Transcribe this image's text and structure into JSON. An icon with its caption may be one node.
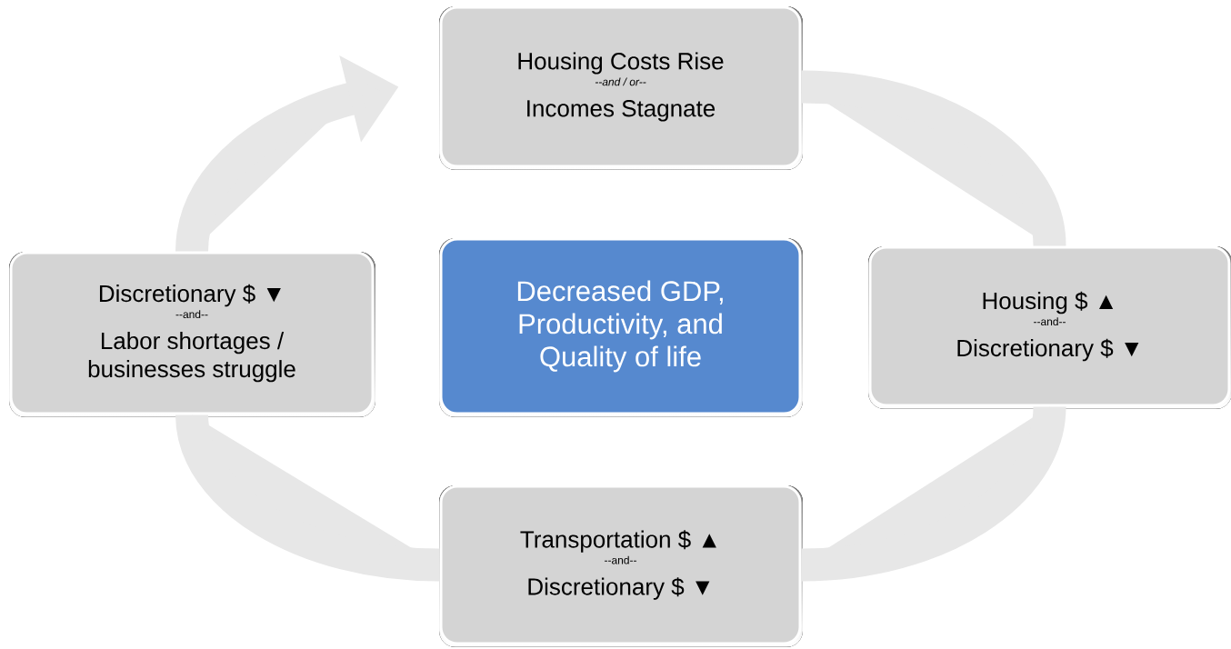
{
  "diagram": {
    "nodes": [
      {
        "text": [
          "Housing Costs Rise",
          "--and / or--",
          "Incomes Stagnate"
        ]
      },
      {
        "text": [
          "Discretionary $ ▼",
          "--and--",
          "Labor shortages / businesses struggle"
        ]
      },
      {
        "text": [
          "Decreased GDP, Productivity, and Quality of life"
        ]
      },
      {
        "text": [
          "Housing $ ▲",
          "--and--",
          "Discretionary $ ▼"
        ]
      },
      {
        "text": [
          "Transportation $ ▲",
          "--and--",
          "Discretionary $ ▼"
        ]
      }
    ],
    "edges": [
      {
        "from": 0,
        "to": 3,
        "arrow": "none"
      },
      {
        "from": 3,
        "to": 4,
        "arrow": "none"
      },
      {
        "from": 4,
        "to": 1,
        "arrow": "none"
      },
      {
        "from": 1,
        "to": 0,
        "arrow": "to"
      }
    ]
  }
}
